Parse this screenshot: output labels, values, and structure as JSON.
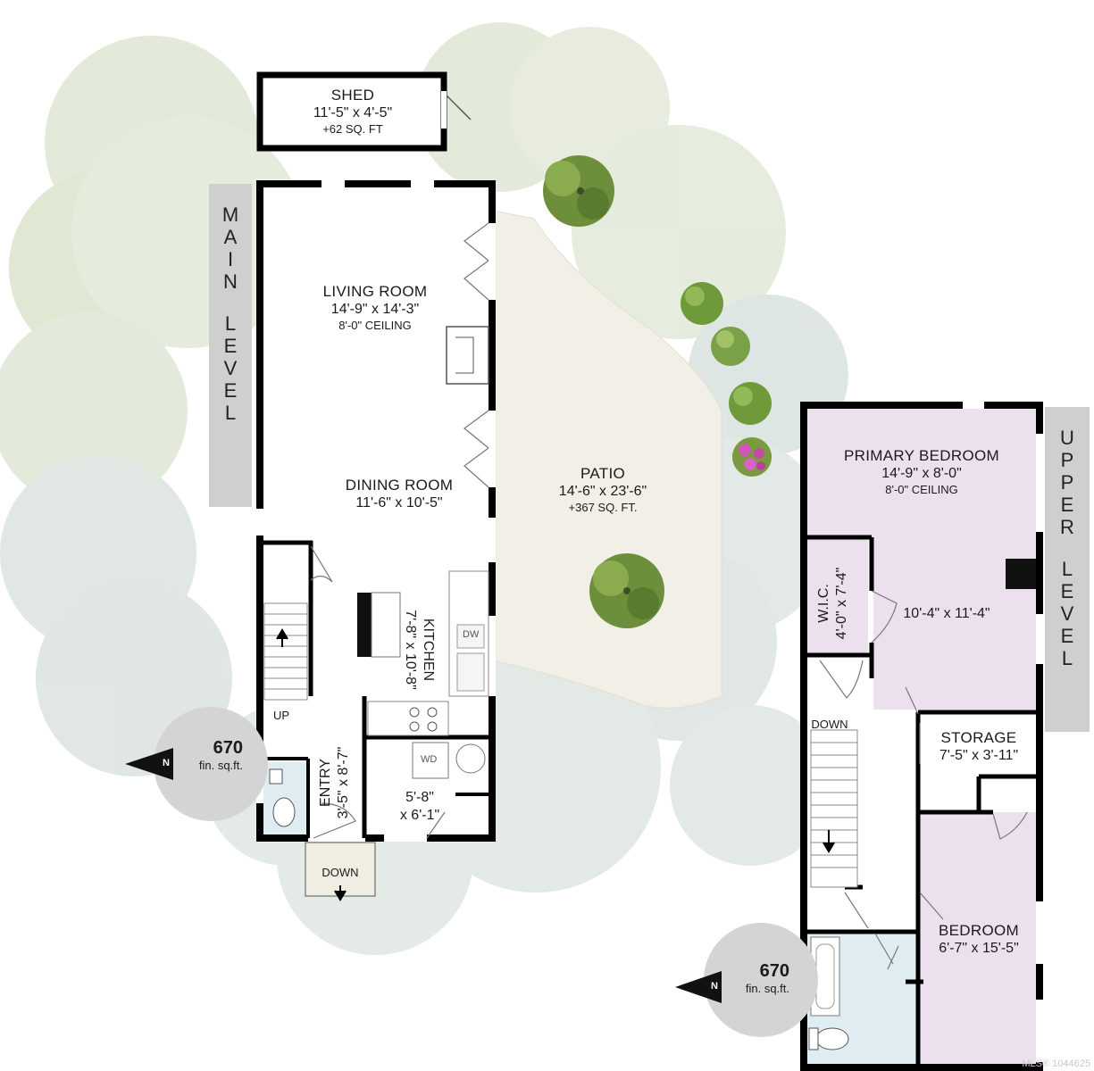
{
  "main_level": {
    "title": "MAIN LEVEL",
    "rooms": {
      "shed": {
        "name": "SHED",
        "dims": "11'-5\" x 4'-5\"",
        "area": "+62 SQ. FT"
      },
      "living": {
        "name": "LIVING ROOM",
        "dims": "14'-9\" x 14'-3\"",
        "ceiling": "8'-0\" CEILING"
      },
      "dining": {
        "name": "DINING ROOM",
        "dims": "11'-6\" x 10'-5\""
      },
      "patio": {
        "name": "PATIO",
        "dims": "14'-6\" x 23'-6\"",
        "area": "+367 SQ. FT."
      },
      "kitchen": {
        "name": "KITCHEN",
        "dims": "7'-8\" x 10'-8\""
      },
      "entry": {
        "name": "ENTRY",
        "dims": "3'-5\" x 8'-7\""
      },
      "laundry": {
        "dims_line1": "5'-8\"",
        "dims_line2": "x 6'-1\""
      }
    },
    "stair_up": "UP",
    "stair_down": "DOWN",
    "appliances": {
      "dishwasher": "DW",
      "washer_dryer": "WD"
    },
    "finished_area": {
      "value": "670",
      "unit": "fin. sq.ft."
    },
    "north": "N"
  },
  "upper_level": {
    "title": "UPPER LEVEL",
    "rooms": {
      "primary": {
        "name": "PRIMARY BEDROOM",
        "dims": "14'-9\" x 8'-0\"",
        "ceiling": "8'-0\" CEILING",
        "dims2": "10'-4\" x 11'-4\""
      },
      "wic": {
        "name": "W.I.C.",
        "dims": "4'-0\" x 7'-4\""
      },
      "storage": {
        "name": "STORAGE",
        "dims": "7'-5\" x 3'-11\""
      },
      "bedroom": {
        "name": "BEDROOM",
        "dims": "6'-7\" x 15'-5\""
      }
    },
    "stair_down": "DOWN",
    "finished_area": {
      "value": "670",
      "unit": "fin. sq.ft."
    },
    "north": "N"
  },
  "colors": {
    "wall": "#000000",
    "foliage_green": "#dfe7d3",
    "foliage_blue": "#dde5e3",
    "patio": "#f0efe6",
    "bedroom_fill": "#ede0ee",
    "bath_fill": "#dfecf2",
    "label_bar": "#cfcfcf",
    "badge": "#d4d4d4"
  },
  "watermark": "MLS® 1044625"
}
